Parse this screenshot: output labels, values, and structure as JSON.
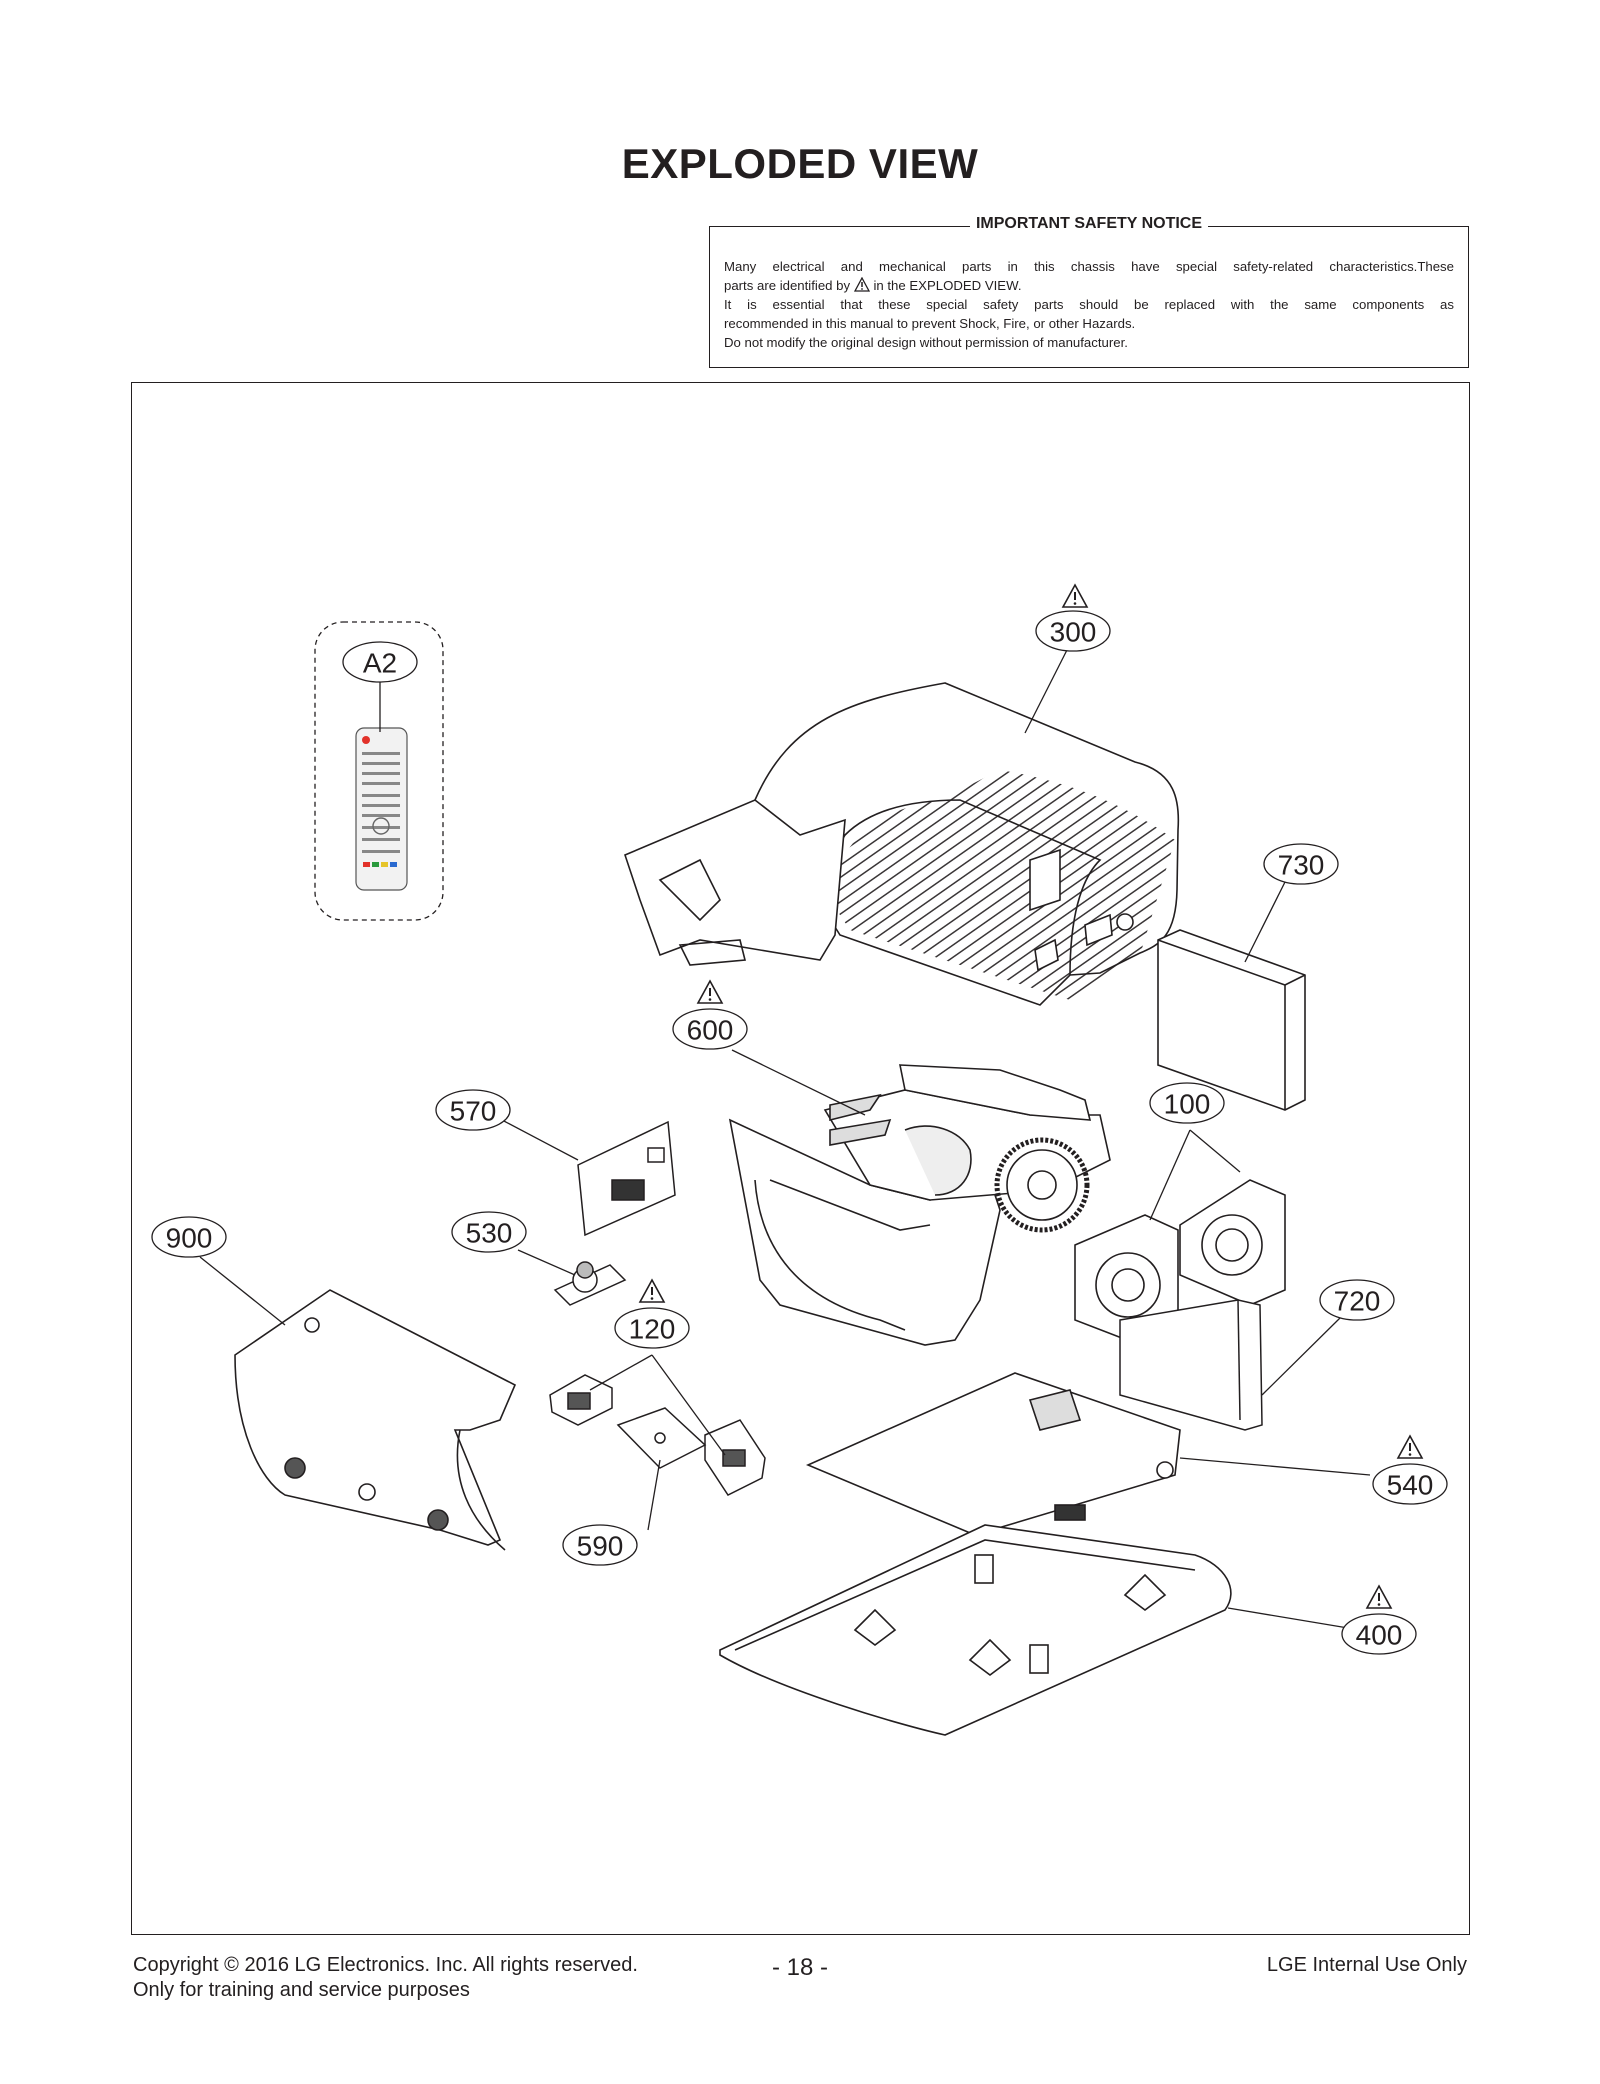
{
  "page": {
    "title": "EXPLODED VIEW"
  },
  "safety_notice": {
    "heading": "IMPORTANT SAFETY NOTICE",
    "line1": "Many electrical and mechanical parts in this chassis have special safety-related characteristics.These",
    "line2_before": "parts are identified by",
    "line2_after": "in the EXPLODED VIEW.",
    "line3": "It is essential that these special safety parts should be replaced with the same components as",
    "line4": "recommended in this manual to prevent Shock, Fire, or other Hazards.",
    "line5": "Do not modify the original design without permission of manufacturer."
  },
  "callouts": {
    "a2": "A2",
    "c300": "300",
    "c730": "730",
    "c600": "600",
    "c570": "570",
    "c100": "100",
    "c900": "900",
    "c530": "530",
    "c120": "120",
    "c720": "720",
    "c540": "540",
    "c590": "590",
    "c400": "400"
  },
  "footer": {
    "copyright": "Copyright  © 2016  LG Electronics. Inc. All rights reserved.",
    "purpose": "Only for training and service purposes",
    "page_number": "- 18 -",
    "internal": "LGE Internal Use Only"
  }
}
